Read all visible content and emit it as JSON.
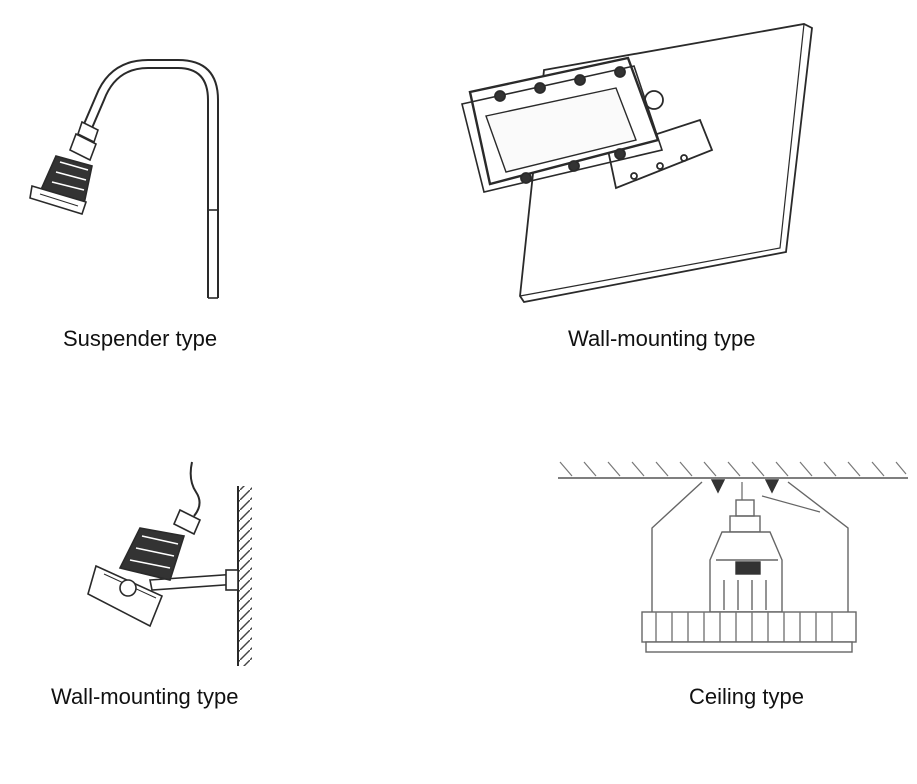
{
  "panels": [
    {
      "caption": "Suspender type"
    },
    {
      "caption": "Wall-mounting type"
    },
    {
      "caption": "Wall-mounting type"
    },
    {
      "caption": "Ceiling type"
    }
  ]
}
